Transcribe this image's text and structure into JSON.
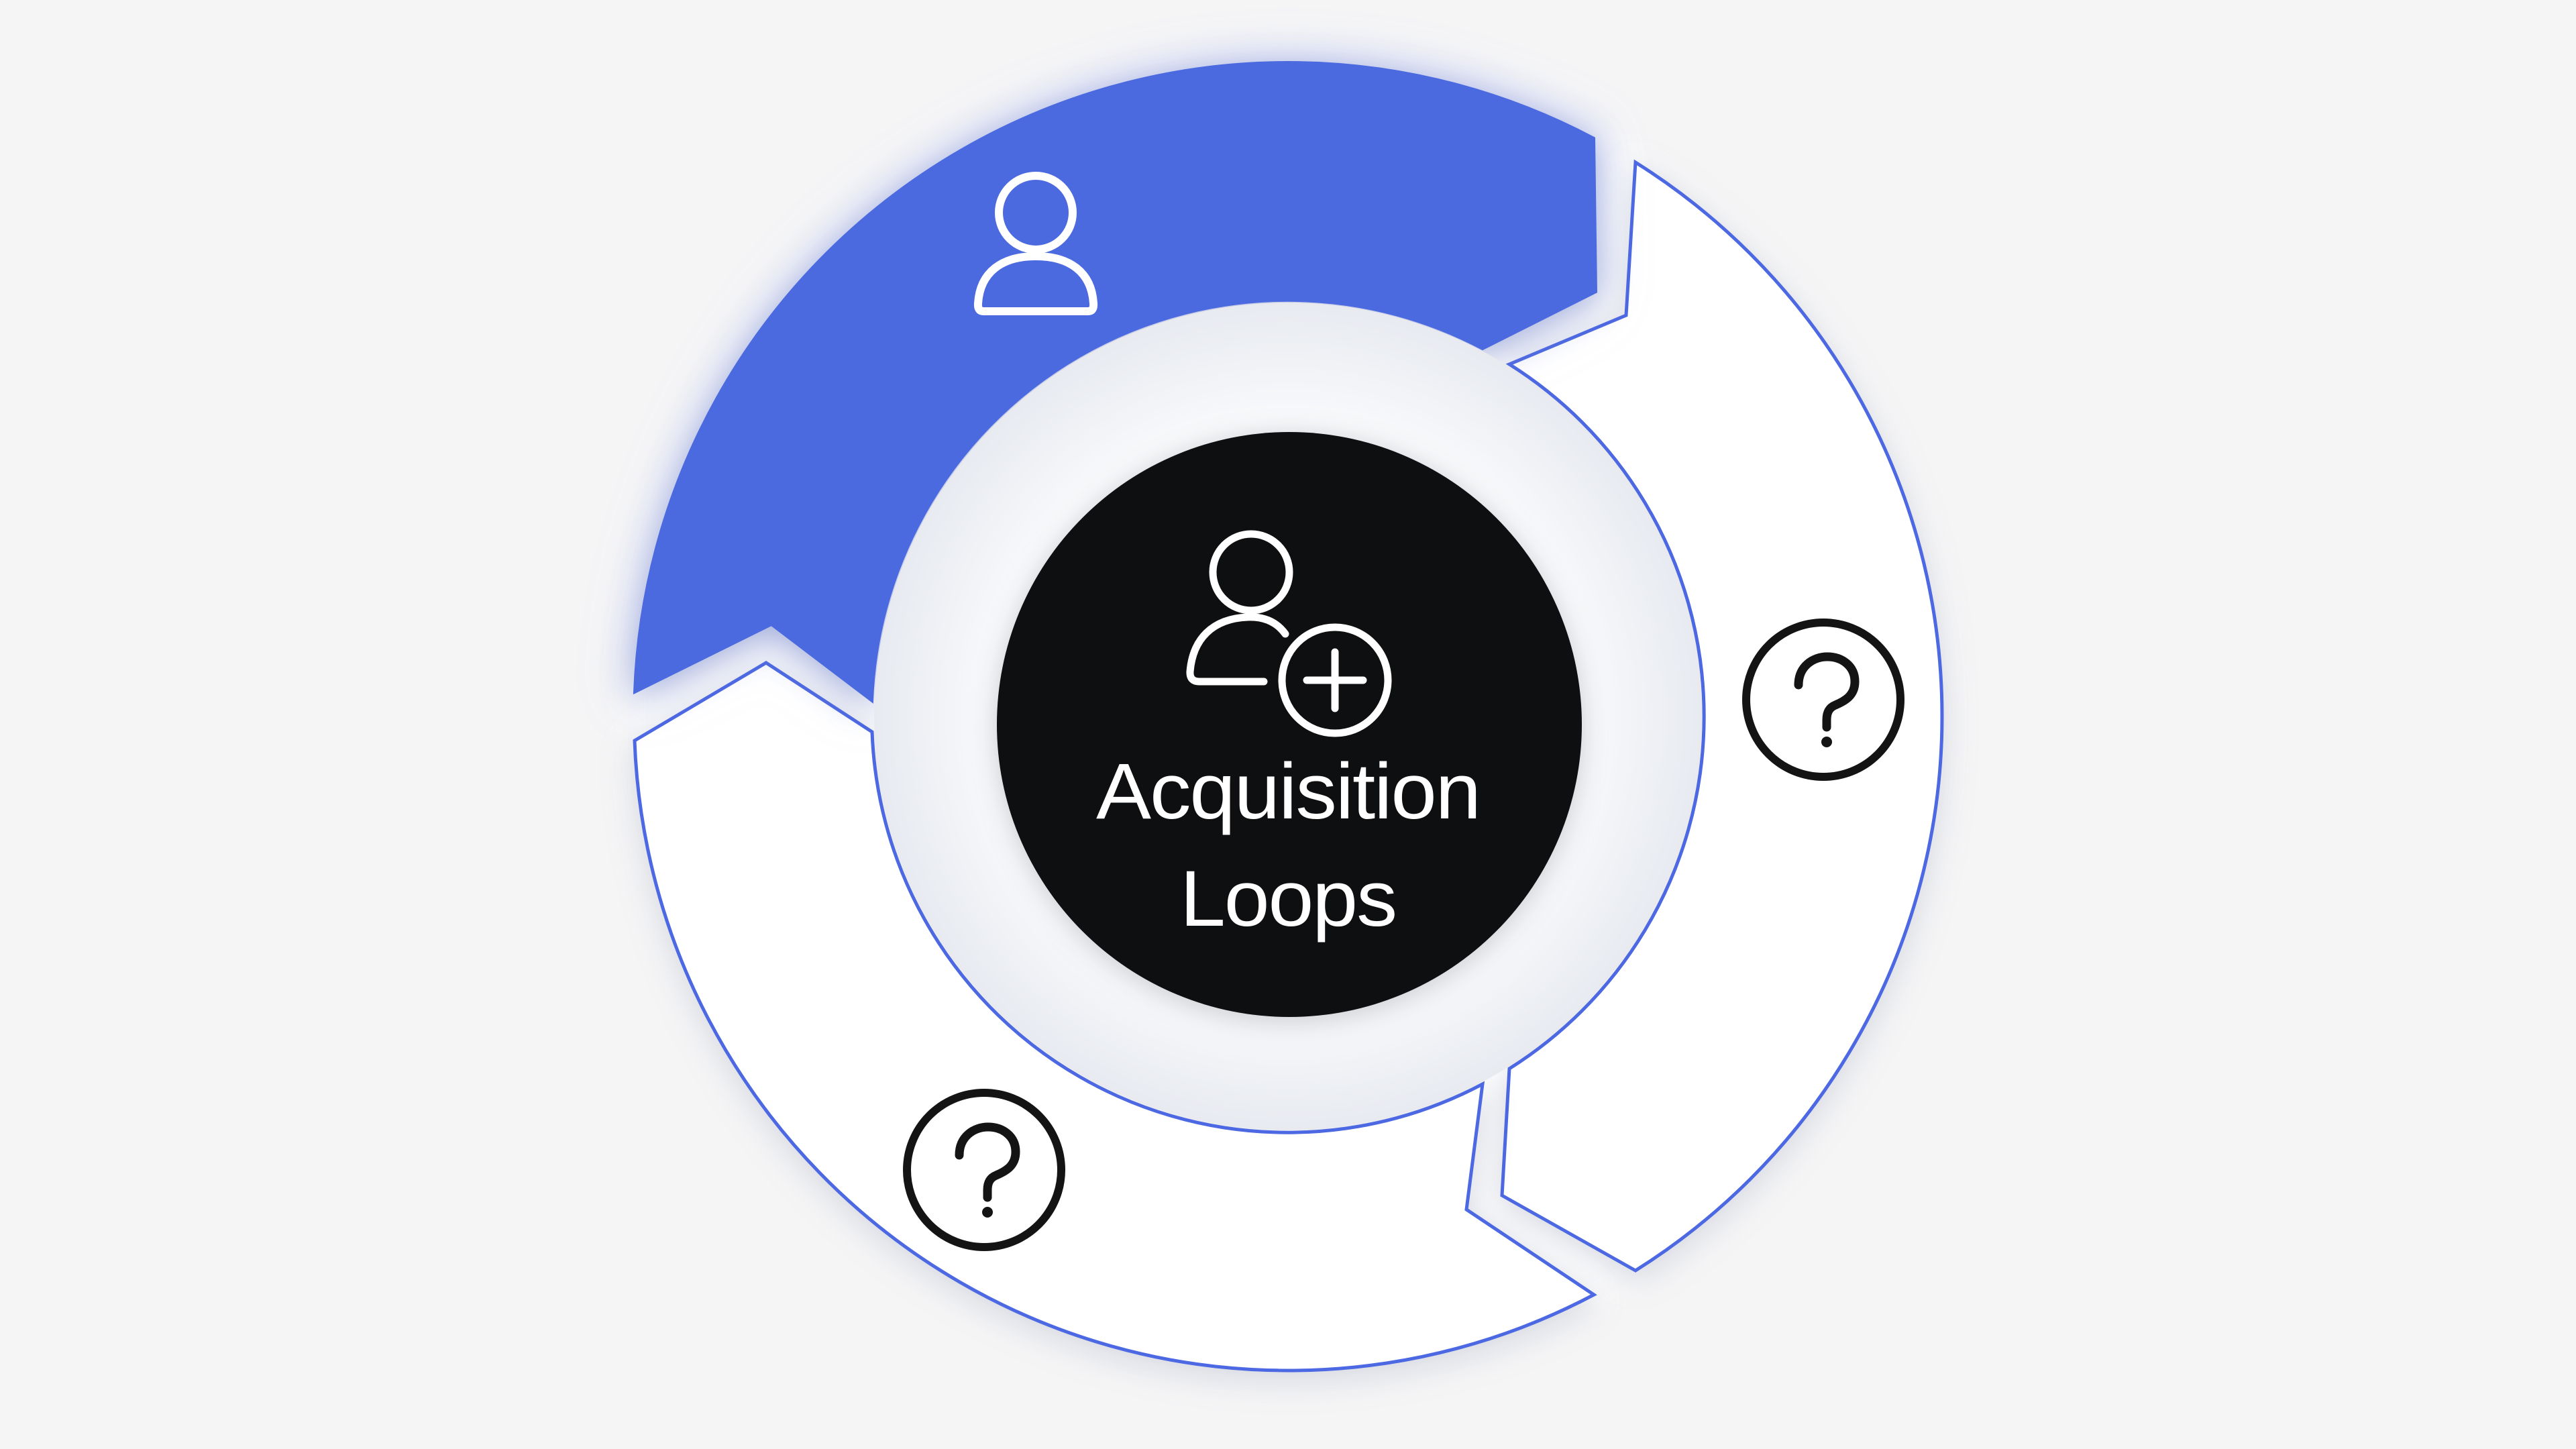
{
  "diagram": {
    "title": "Acquisition Loops",
    "center": {
      "line1": "Acquisition",
      "line2": "Loops",
      "icon": "user-plus-icon"
    },
    "segments": [
      {
        "name": "segment-top-left",
        "icon": "user-icon",
        "state": "highlighted",
        "color": "#4c6ae0"
      },
      {
        "name": "segment-right",
        "icon": "question-mark-icon",
        "state": "placeholder",
        "color": "#ffffff"
      },
      {
        "name": "segment-bottom-left",
        "icon": "question-mark-icon",
        "state": "placeholder",
        "color": "#ffffff"
      }
    ]
  },
  "colors": {
    "background": "#f5f5f6",
    "accent": "#4c6ae0",
    "segment_outline": "#4c68e2",
    "segment_inactive": "#ffffff",
    "center_bg": "#0e0f10",
    "center_text": "#ffffff",
    "icon_on_accent": "#ffffff",
    "icon_dark": "#141414"
  }
}
